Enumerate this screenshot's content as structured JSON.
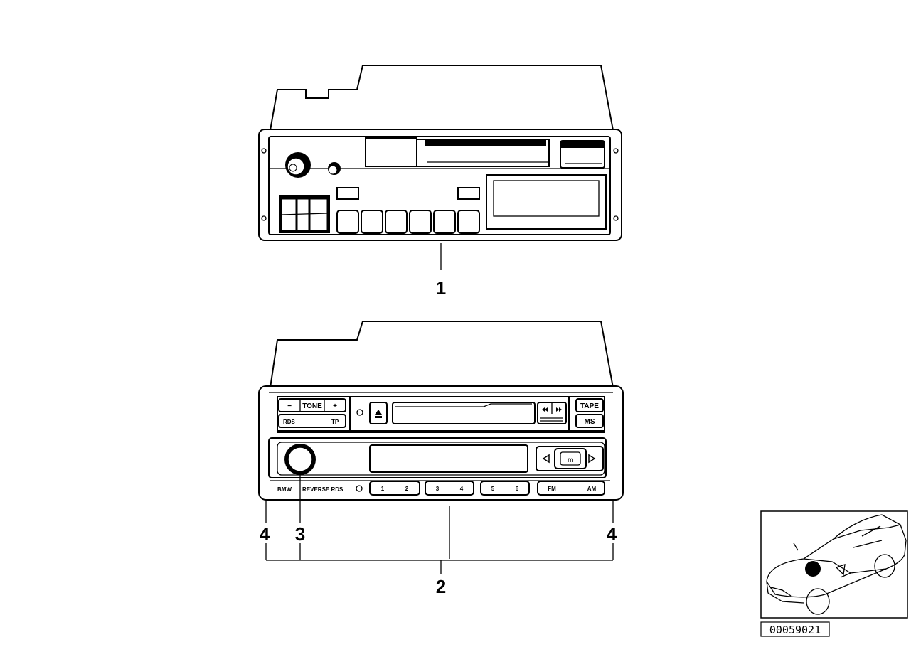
{
  "callouts": {
    "part1": "1",
    "part2": "2",
    "part3": "3",
    "part4_left": "4",
    "part4_right": "4"
  },
  "radio_reverse_rds": {
    "tone_minus": "−",
    "tone_label": "TONE",
    "tone_plus": "+",
    "rds": "RDS",
    "tp": "TP",
    "tape": "TAPE",
    "ms": "MS",
    "brand": "BMW",
    "model": "REVERSE RDS",
    "m_button": "m",
    "presets": [
      "1",
      "2",
      "3",
      "4",
      "5",
      "6"
    ],
    "fm": "FM",
    "am": "AM"
  },
  "document_number": "00059021"
}
